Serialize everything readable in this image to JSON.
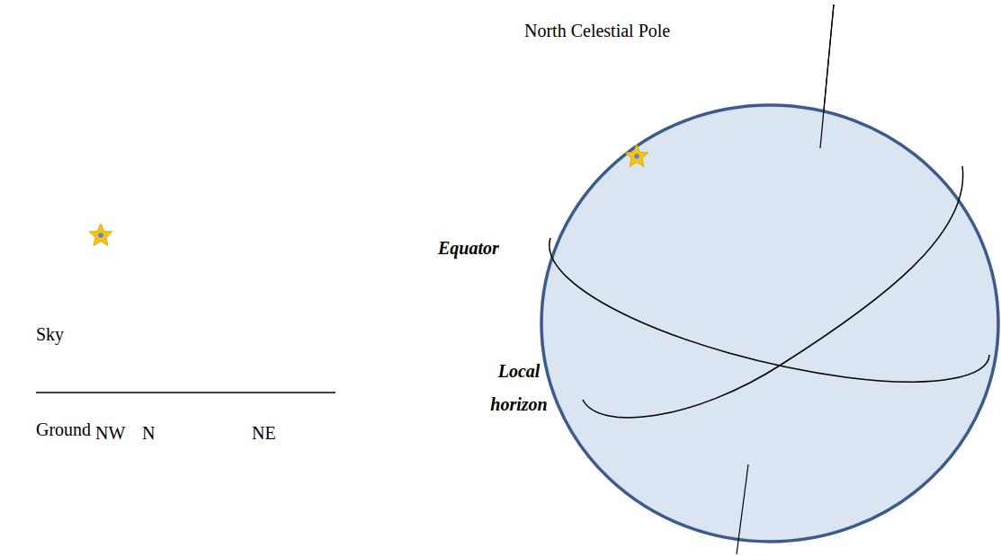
{
  "diagram": {
    "labels": [
      "Sky",
      "Ground",
      "NW",
      "N",
      "NE",
      "North Celestial Pole",
      "Equator",
      "Local horizon"
    ]
  }
}
